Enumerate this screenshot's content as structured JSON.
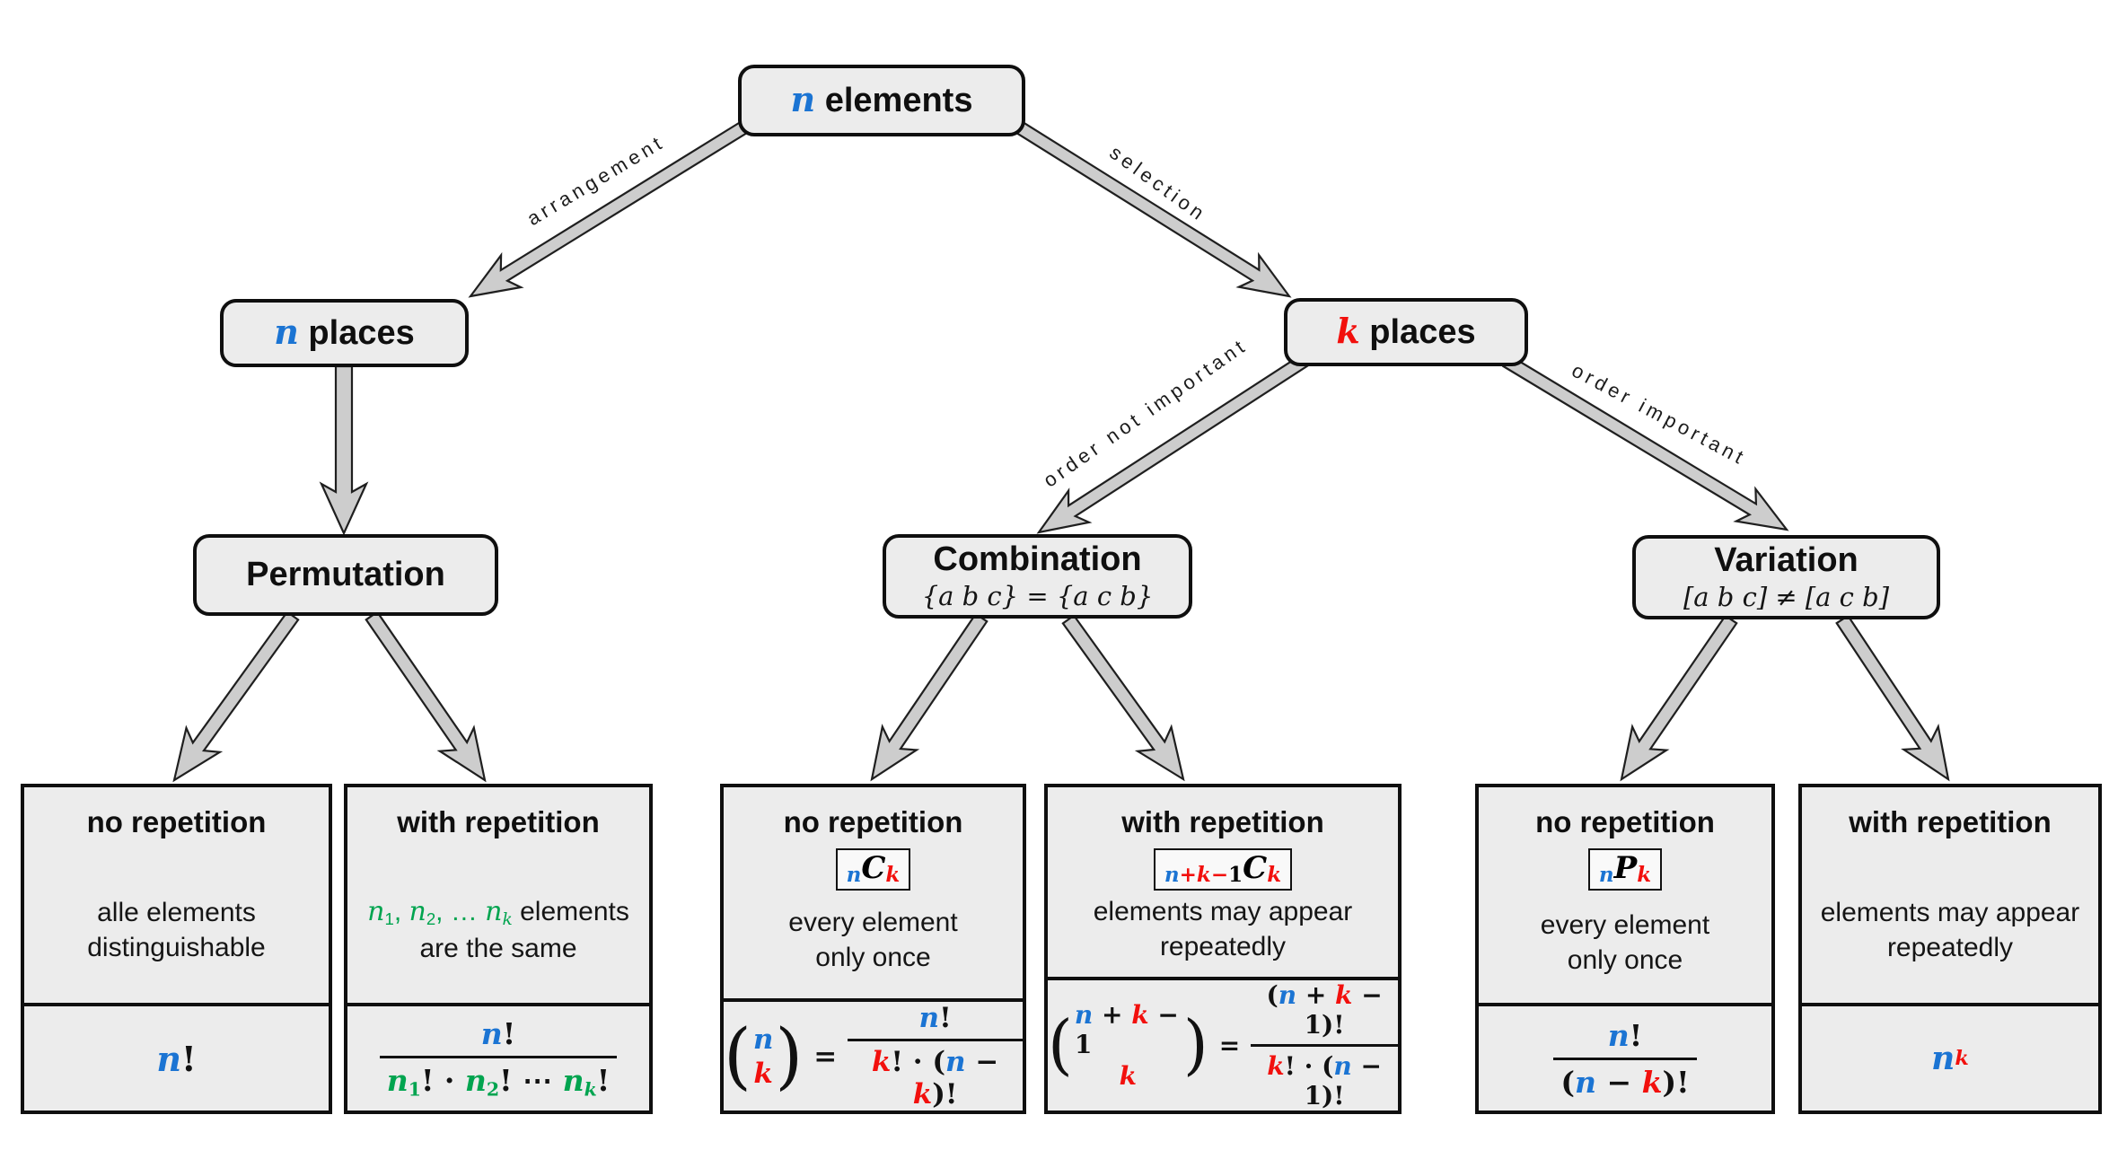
{
  "palette": {
    "blue": "#1b74d3",
    "red": "#f2100d",
    "green": "#00a44f",
    "box_fill": "#ececec",
    "arrow_fill": "#cdcdcd",
    "border": "#0f0f0f"
  },
  "nodes": {
    "root": {
      "label": [
        {
          "t": "n",
          "c": "blue",
          "v": 1
        },
        {
          "t": " elements"
        }
      ]
    },
    "n_places": {
      "label": [
        {
          "t": "n",
          "c": "blue",
          "v": 1
        },
        {
          "t": " places"
        }
      ]
    },
    "k_places": {
      "label": [
        {
          "t": "k",
          "c": "red",
          "v": 1
        },
        {
          "t": " places"
        }
      ]
    },
    "permutation": {
      "title": "Permutation"
    },
    "combination": {
      "title": "Combination",
      "subtitle": "{a b c} = {a c b}"
    },
    "variation": {
      "title": "Variation",
      "subtitle": "[a b c] ≠ [a c b]"
    }
  },
  "edges": {
    "arrangement": "arrangement",
    "selection": "selection",
    "order_not_important": "order not important",
    "order_important": "order important"
  },
  "leaves": [
    {
      "header": "no repetition",
      "desc": [
        [
          {
            "t": "alle elements"
          }
        ],
        [
          {
            "t": "distinguishable"
          }
        ]
      ],
      "formula": {
        "type": "plain",
        "parts": [
          {
            "t": "n",
            "c": "blue",
            "v": 1
          },
          {
            "t": "!"
          }
        ]
      }
    },
    {
      "header": "with repetition",
      "desc": [
        [
          {
            "t": "n",
            "c": "green",
            "v": 1
          },
          {
            "t": "1",
            "c": "green",
            "sub": 1
          },
          {
            "t": ", ",
            "c": "green"
          },
          {
            "t": "n",
            "c": "green",
            "v": 1
          },
          {
            "t": "2",
            "c": "green",
            "sub": 1
          },
          {
            "t": ", … ",
            "c": "green"
          },
          {
            "t": "n",
            "c": "green",
            "v": 1
          },
          {
            "t": "k",
            "c": "green",
            "v": 1,
            "sub": 1
          },
          {
            "t": " elements"
          }
        ],
        [
          {
            "t": "are the same"
          }
        ]
      ],
      "formula": {
        "type": "frac",
        "num": [
          {
            "t": "n",
            "c": "blue",
            "v": 1
          },
          {
            "t": "!"
          }
        ],
        "den": [
          {
            "t": "n",
            "c": "green",
            "v": 1
          },
          {
            "t": "1",
            "c": "green",
            "sub": 1
          },
          {
            "t": "! · "
          },
          {
            "t": "n",
            "c": "green",
            "v": 1
          },
          {
            "t": "2",
            "c": "green",
            "sub": 1
          },
          {
            "t": "! ⋯ "
          },
          {
            "t": "n",
            "c": "green",
            "v": 1
          },
          {
            "t": "k",
            "c": "green",
            "v": 1,
            "sub": 1
          },
          {
            "t": "!"
          }
        ]
      }
    },
    {
      "header": "no repetition",
      "badge": [
        {
          "t": "n",
          "c": "blue",
          "v": 1,
          "sz": "s"
        },
        {
          "t": "C",
          "v": 1,
          "sz": "b"
        },
        {
          "t": "k",
          "c": "red",
          "v": 1,
          "sz": "s"
        }
      ],
      "desc": [
        [
          {
            "t": "every element"
          }
        ],
        [
          {
            "t": "only once"
          }
        ]
      ],
      "formula": {
        "type": "binom",
        "top": [
          {
            "t": "n",
            "c": "blue",
            "v": 1
          }
        ],
        "bot": [
          {
            "t": "k",
            "c": "red",
            "v": 1
          }
        ],
        "num": [
          {
            "t": "n",
            "c": "blue",
            "v": 1
          },
          {
            "t": "!"
          }
        ],
        "den": [
          {
            "t": "k",
            "c": "red",
            "v": 1
          },
          {
            "t": "! · ("
          },
          {
            "t": "n",
            "c": "blue",
            "v": 1
          },
          {
            "t": " − "
          },
          {
            "t": "k",
            "c": "red",
            "v": 1
          },
          {
            "t": ")!"
          }
        ]
      }
    },
    {
      "header": "with repetition",
      "badge": [
        {
          "t": "n",
          "c": "blue",
          "v": 1,
          "sz": "s"
        },
        {
          "t": "+",
          "c": "red",
          "sz": "s"
        },
        {
          "t": "k",
          "c": "red",
          "v": 1,
          "sz": "s"
        },
        {
          "t": "−",
          "c": "red",
          "sz": "s"
        },
        {
          "t": "1",
          "sz": "s"
        },
        {
          "t": "C",
          "v": 1,
          "sz": "b"
        },
        {
          "t": "k",
          "c": "red",
          "v": 1,
          "sz": "s"
        }
      ],
      "desc": [
        [
          {
            "t": "elements may appear"
          }
        ],
        [
          {
            "t": "repeatedly"
          }
        ]
      ],
      "formula": {
        "type": "binom",
        "top": [
          {
            "t": "n",
            "c": "blue",
            "v": 1
          },
          {
            "t": " + "
          },
          {
            "t": "k",
            "c": "red",
            "v": 1
          },
          {
            "t": " − 1"
          }
        ],
        "bot": [
          {
            "t": "k",
            "c": "red",
            "v": 1
          }
        ],
        "num": [
          {
            "t": "("
          },
          {
            "t": "n",
            "c": "blue",
            "v": 1
          },
          {
            "t": " + "
          },
          {
            "t": "k",
            "c": "red",
            "v": 1
          },
          {
            "t": " − 1)!"
          }
        ],
        "den": [
          {
            "t": "k",
            "c": "red",
            "v": 1
          },
          {
            "t": "! · ("
          },
          {
            "t": "n",
            "c": "blue",
            "v": 1
          },
          {
            "t": " − 1)!"
          }
        ]
      }
    },
    {
      "header": "no repetition",
      "badge": [
        {
          "t": "n",
          "c": "blue",
          "v": 1,
          "sz": "s"
        },
        {
          "t": "P",
          "v": 1,
          "sz": "b"
        },
        {
          "t": "k",
          "c": "red",
          "v": 1,
          "sz": "s"
        }
      ],
      "desc": [
        [
          {
            "t": "every element"
          }
        ],
        [
          {
            "t": "only once"
          }
        ]
      ],
      "formula": {
        "type": "frac",
        "num": [
          {
            "t": "n",
            "c": "blue",
            "v": 1
          },
          {
            "t": "!"
          }
        ],
        "den": [
          {
            "t": "("
          },
          {
            "t": "n",
            "c": "blue",
            "v": 1
          },
          {
            "t": " − "
          },
          {
            "t": "k",
            "c": "red",
            "v": 1
          },
          {
            "t": ")!"
          }
        ]
      }
    },
    {
      "header": "with repetition",
      "desc": [
        [
          {
            "t": "elements may appear"
          }
        ],
        [
          {
            "t": "repeatedly"
          }
        ]
      ],
      "formula": {
        "type": "plain",
        "parts": [
          {
            "t": "n",
            "c": "blue",
            "v": 1
          },
          {
            "t": "k",
            "c": "red",
            "v": 1,
            "sup": 1
          }
        ]
      }
    }
  ]
}
